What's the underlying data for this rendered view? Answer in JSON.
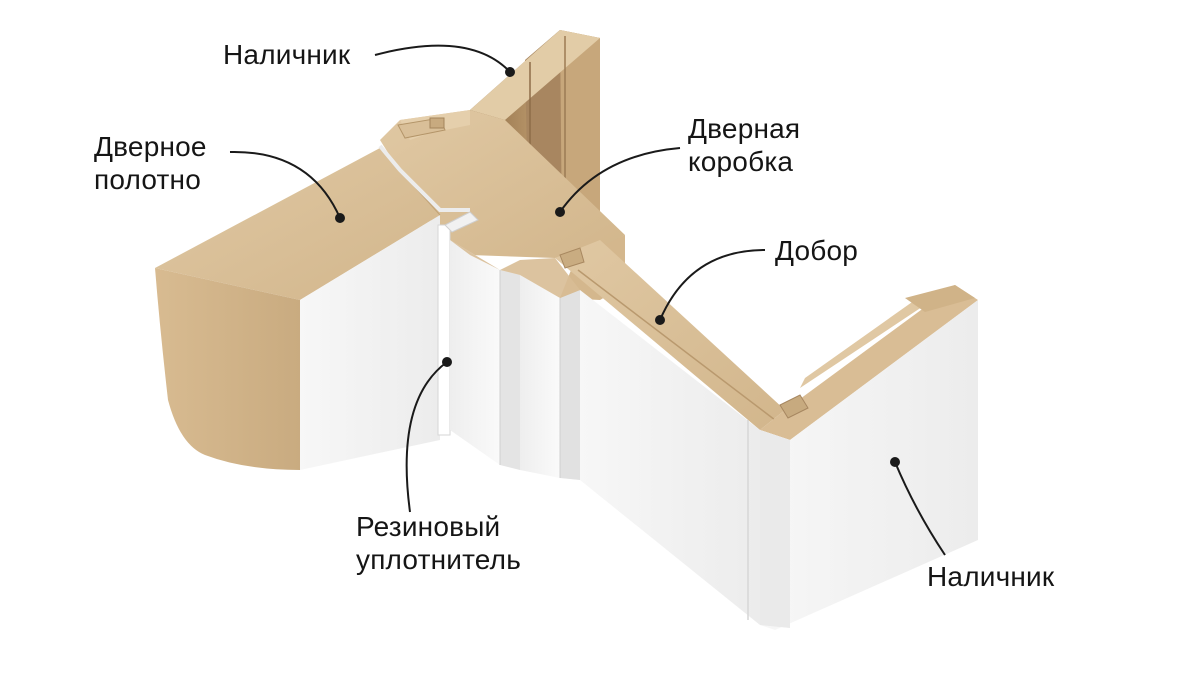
{
  "labels": {
    "nalichnik_top": "Наличник",
    "dvernoe_polotno": [
      "Дверное",
      "полотно"
    ],
    "dvernaya_korobka": [
      "Дверная",
      "коробка"
    ],
    "dobor": "Добор",
    "rezinoviy_uplotnitel": [
      "Резиновый",
      "уплотнитель"
    ],
    "nalichnik_bottom": "Наличник"
  },
  "colors": {
    "background": "#ffffff",
    "mdf_top": "#dcc29b",
    "mdf_side": "#cfb288",
    "mdf_dark": "#a8865c",
    "white_face": "#f4f4f4",
    "white_shade": "#e6e6e6",
    "callout_line": "#1a1a1a",
    "text": "#151515"
  }
}
